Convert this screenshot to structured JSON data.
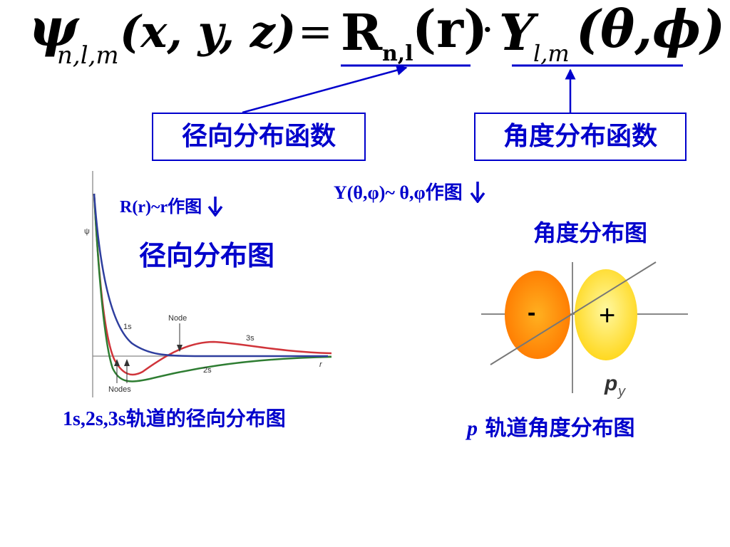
{
  "formula": {
    "psi": "ψ",
    "psi_sub": "n,l,m",
    "args": "(x, y, z)",
    "equals": "=",
    "R": "R",
    "R_sub": "n,l",
    "r_arg": "(r)",
    "dot": "·",
    "Y": "Y",
    "Y_sub": "l,m",
    "angles": "(θ,ϕ)"
  },
  "labels": {
    "radial_box": "径向分布函数",
    "angular_box": "角度分布函数",
    "radial_plot_prefix": "R(r)~r",
    "radial_plot_suffix": "作图",
    "radial_title": "径向分布图",
    "angular_plot_prefix": "Y(θ,φ)~ θ,φ",
    "angular_plot_suffix": "作图",
    "angular_title": "角度分布图",
    "radial_caption": "1s,2s,3s轨道的径向分布图",
    "p_letter": "p",
    "angular_caption": " 轨道角度分布图"
  },
  "chart_data": {
    "type": "line",
    "ylabel": "ψ",
    "xlabel": "r",
    "series": [
      {
        "name": "1s",
        "color": "#2e3e9e"
      },
      {
        "name": "2s",
        "color": "#2e7d32"
      },
      {
        "name": "3s",
        "color": "#d0343a"
      }
    ],
    "annotations": [
      "Node",
      "Nodes"
    ]
  },
  "orbital": {
    "name": "p",
    "subscript": "y",
    "minus": "-",
    "plus": "+",
    "minus_color": "#ff8c00",
    "plus_color": "#ffe030"
  }
}
